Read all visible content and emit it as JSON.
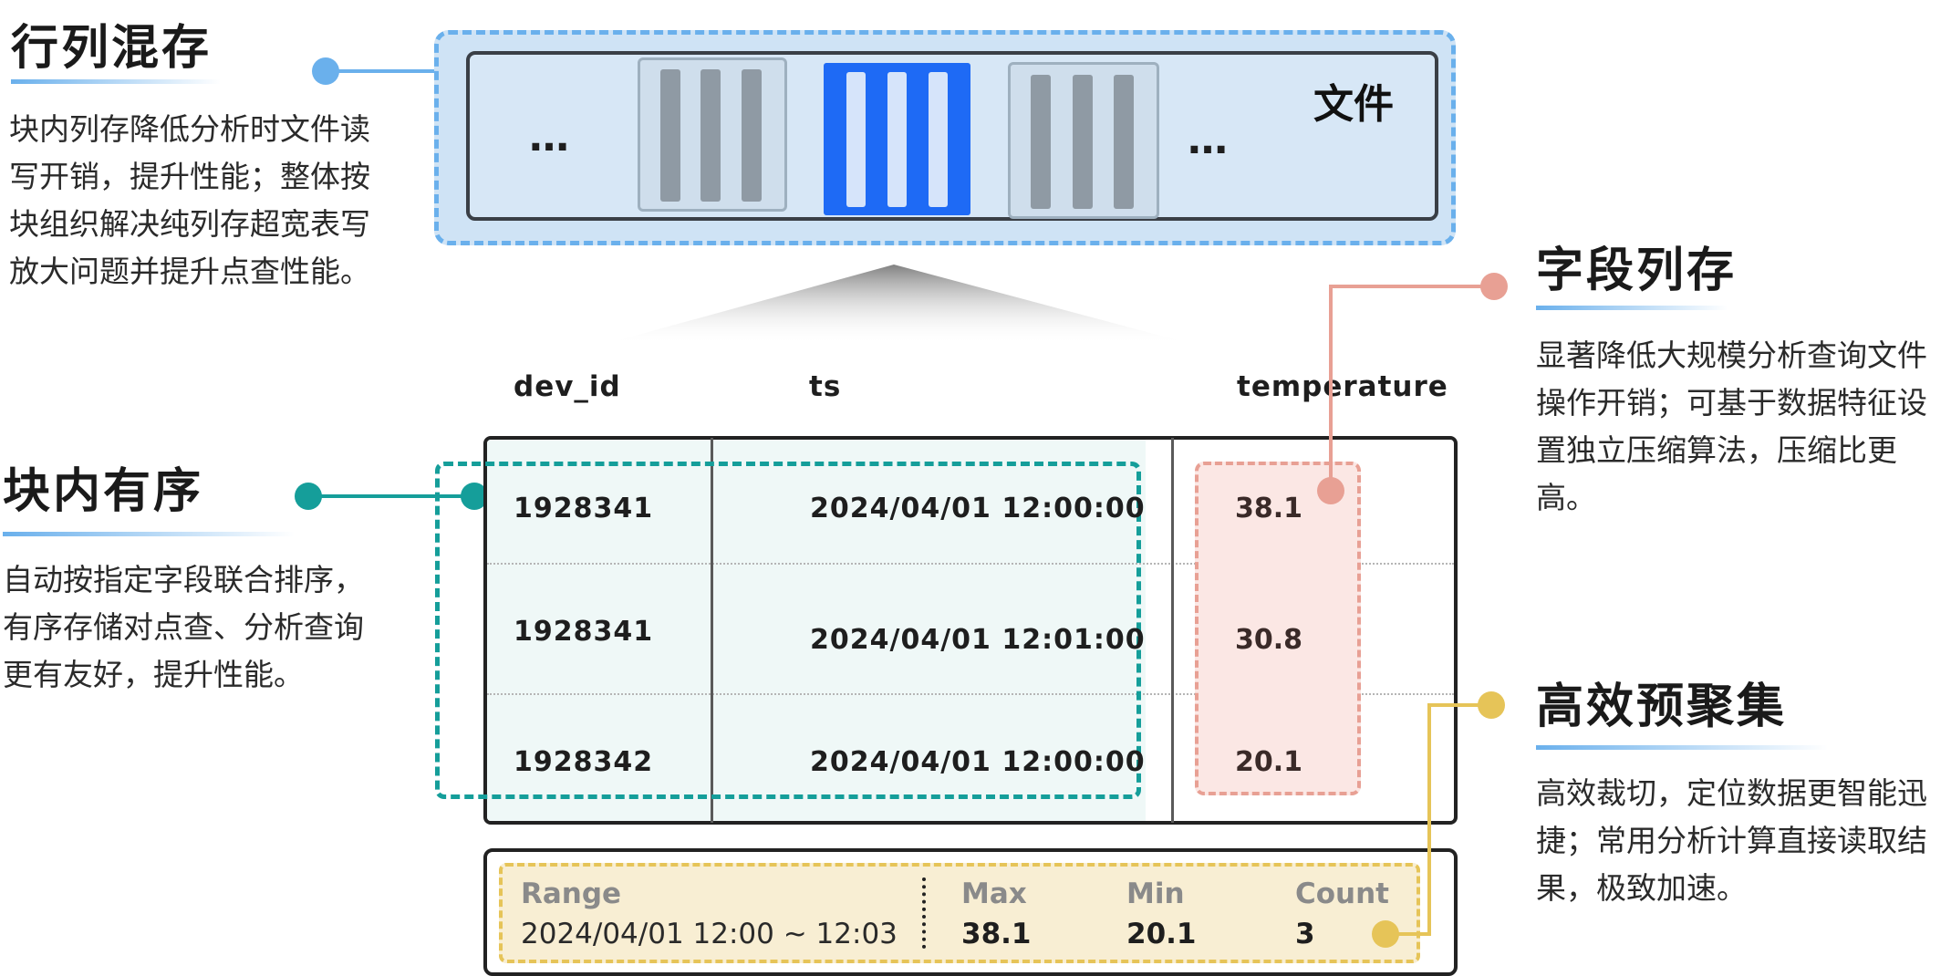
{
  "file_panel": {
    "label": "文件",
    "ellipsis_left": "…",
    "ellipsis_right": "…"
  },
  "features": {
    "hybrid": {
      "title": "行列混存",
      "desc": "块内列存降低分析时文件读写开销，提升性能；整体按块组织解决纯列存超宽表写放大问题并提升点查性能。"
    },
    "sorted": {
      "title": "块内有序",
      "desc": "自动按指定字段联合排序，有序存储对点查、分析查询更有友好，提升性能。"
    },
    "columnar": {
      "title": "字段列存",
      "desc": "显著降低大规模分析查询文件操作开销；可基于数据特征设置独立压缩算法，压缩比更高。"
    },
    "preagg": {
      "title": "高效预聚集",
      "desc": "高效裁切，定位数据更智能迅捷；常用分析计算直接读取结果，极致加速。"
    }
  },
  "table": {
    "columns": [
      "dev_id",
      "ts",
      "temperature"
    ],
    "rows": [
      {
        "dev_id": "1928341",
        "ts": "2024/04/01 12:00:00",
        "temperature": "38.1"
      },
      {
        "dev_id": "1928341",
        "ts": "2024/04/01 12:01:00",
        "temperature": "30.8"
      },
      {
        "dev_id": "1928342",
        "ts": "2024/04/01 12:00:00",
        "temperature": "20.1"
      }
    ]
  },
  "stats": {
    "range_label": "Range",
    "range_value": "2024/04/01 12:00 ~ 12:03",
    "max_label": "Max",
    "max_value": "38.1",
    "min_label": "Min",
    "min_value": "20.1",
    "count_label": "Count",
    "count_value": "3"
  },
  "colors": {
    "blue": "#6ab0ec",
    "teal": "#159e9a",
    "salmon": "#e8a094",
    "gold": "#e6c458",
    "block_blue": "#1e6af5"
  }
}
